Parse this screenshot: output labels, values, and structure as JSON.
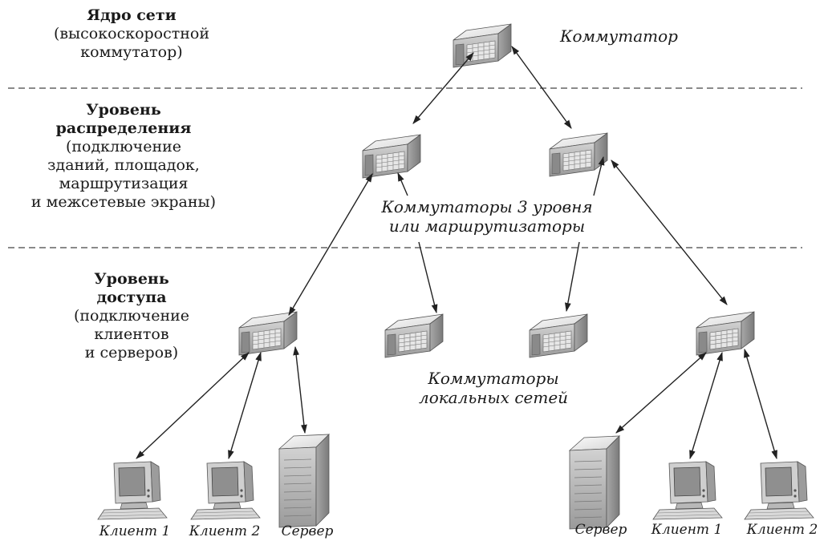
{
  "levels": {
    "core": {
      "title": "Ядро сети",
      "desc": [
        "(высокоскоростной",
        "коммутатор)"
      ]
    },
    "distribution": {
      "title": [
        "Уровень",
        "распределения"
      ],
      "desc": [
        "(подключение",
        "зданий, площадок,",
        "маршрутизация",
        "и межсетевые экраны)"
      ]
    },
    "access": {
      "title": [
        "Уровень",
        "доступа"
      ],
      "desc": [
        "(подключение",
        "клиентов",
        "и серверов)"
      ]
    }
  },
  "labels": {
    "core_switch": "Коммутатор",
    "l3_switches": [
      "Коммутаторы 3 уровня",
      "или маршрутизаторы"
    ],
    "lan_switches": [
      "Коммутаторы",
      "локальных сетей"
    ]
  },
  "captions": {
    "left": [
      "Клиент 1",
      "Клиент 2",
      "Сервер"
    ],
    "right": [
      "Сервер",
      "Клиент 1",
      "Клиент 2"
    ]
  },
  "colors": {
    "line": "#222222",
    "dash": "#444444",
    "device_top": "#f2f2f2",
    "device_front": "#b5b5b5",
    "device_side": "#8a8a8a"
  }
}
